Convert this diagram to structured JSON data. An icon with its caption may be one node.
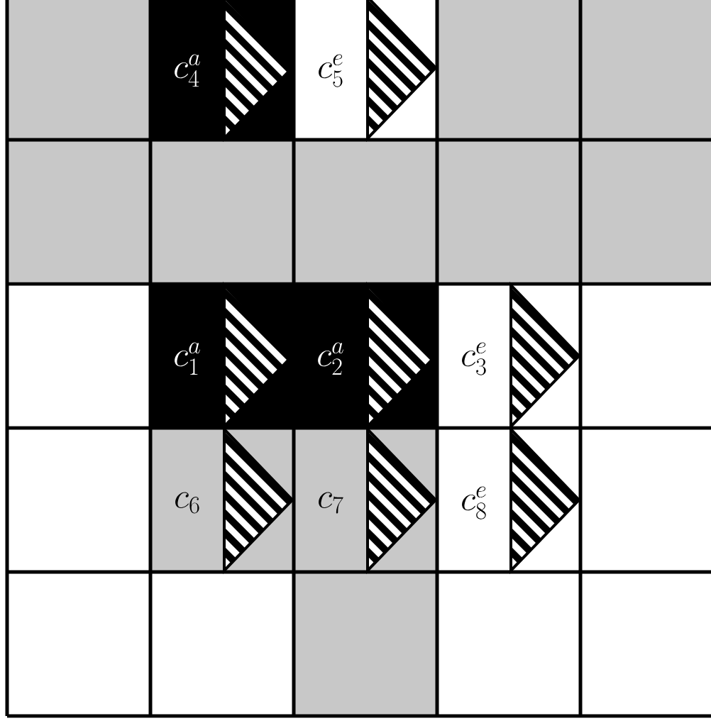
{
  "diagram": {
    "nodes": [
      {
        "text": [
          "c_4^a"
        ]
      },
      {
        "text": [
          "c_5^e"
        ]
      },
      {
        "text": [
          "c_1^a"
        ]
      },
      {
        "text": [
          "c_2^a"
        ]
      },
      {
        "text": [
          "c_3^e"
        ]
      },
      {
        "text": [
          "c_6"
        ]
      },
      {
        "text": [
          "c_7"
        ]
      },
      {
        "text": [
          "c_8^e"
        ]
      }
    ]
  }
}
